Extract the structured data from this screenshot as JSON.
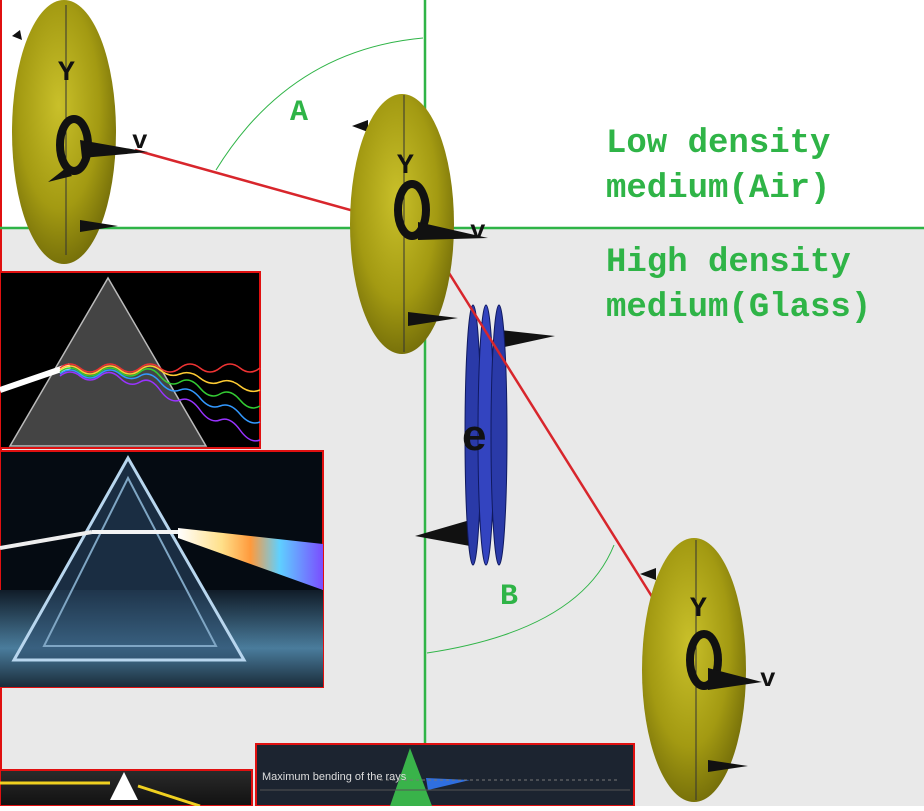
{
  "labels": {
    "angle_a": "A",
    "angle_b": "B",
    "low_line1": "Low density",
    "low_line2": "medium(Air)",
    "high_line1": "High density",
    "high_line2": "medium(Glass)",
    "disk_y": "Y",
    "disk_v": "v",
    "electron": "e",
    "inset_caption": "Maximum bending of the rays"
  },
  "colors": {
    "medium_line": "#2fb447",
    "ray": "#d8262c",
    "label_green": "#2fb447",
    "glass_bg": "#e9e9e9",
    "disk_fill": "#a39a12",
    "electron_disk": "#2a3aa8",
    "inset_border": "#e01010"
  },
  "icons": [
    "field-disk-icon",
    "electron-oscillator-icon",
    "prism-wave-icon",
    "prism-spectrum-icon"
  ]
}
